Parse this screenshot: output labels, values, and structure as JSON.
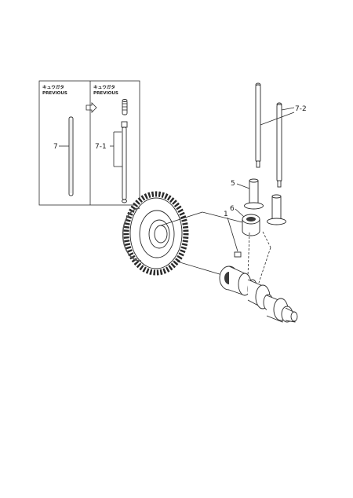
{
  "inset": {
    "previous_left_jp": "キュウガタ",
    "previous_left_en": "PREVIOUS",
    "previous_right_jp": "キュウガタ",
    "previous_right_en": "PREVIOUS"
  },
  "labels": {
    "pushrod_old": "7",
    "pushrod_new": "7-1",
    "pushrod_pair": "7-2",
    "tappet": "5",
    "bushing": "6",
    "key": "1"
  }
}
